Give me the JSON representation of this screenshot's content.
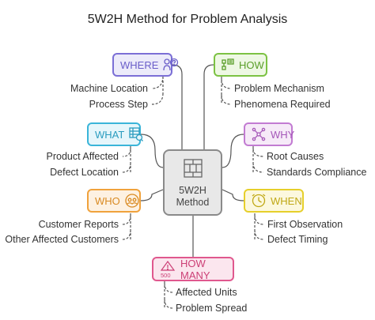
{
  "title": "5W2H Method for Problem Analysis",
  "center": {
    "line1": "5W2H",
    "line2": "Method",
    "icon": "layout-grid-icon"
  },
  "nodes": [
    {
      "id": "where",
      "label": "WHERE",
      "icon": "person-question-icon",
      "color": "#7b6fd6",
      "fill": "#ecebfa",
      "items": [
        "Machine Location",
        "Process Step"
      ]
    },
    {
      "id": "how",
      "label": "HOW",
      "icon": "process-list-icon",
      "color": "#7cc243",
      "fill": "#eef8e4",
      "items": [
        "Problem Mechanism",
        "Phenomena Required"
      ]
    },
    {
      "id": "what",
      "label": "WHAT",
      "icon": "table-search-icon",
      "color": "#3ab5d9",
      "fill": "#e6f6fb",
      "items": [
        "Product Affected",
        "Defect Location"
      ]
    },
    {
      "id": "why",
      "label": "WHY",
      "icon": "network-icon",
      "color": "#c27bd2",
      "fill": "#f6eaf8",
      "items": [
        "Root Causes",
        "Standards Compliance"
      ]
    },
    {
      "id": "who",
      "label": "WHO",
      "icon": "people-circle-icon",
      "color": "#f0a23c",
      "fill": "#fdf1e2",
      "items": [
        "Customer Reports",
        "Other Affected Customers"
      ]
    },
    {
      "id": "when",
      "label": "WHEN",
      "icon": "clock-icon",
      "color": "#e6cf2b",
      "fill": "#fcf8de",
      "items": [
        "First Observation",
        "Defect Timing"
      ]
    },
    {
      "id": "how_many",
      "label": "HOW MANY",
      "icon": "warning-500-icon",
      "color": "#e0588e",
      "fill": "#fbe6ee",
      "items": [
        "Affected Units",
        "Problem Spread"
      ]
    }
  ]
}
